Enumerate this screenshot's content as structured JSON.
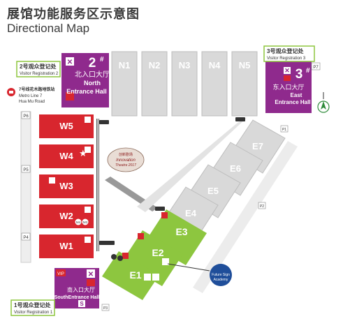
{
  "title_cn": "展馆功能服务区示意图",
  "title_en": "Directional Map",
  "north_halls": [
    "N1",
    "N2",
    "N3",
    "N4",
    "N5"
  ],
  "west_halls": [
    "W5",
    "W4",
    "W3",
    "W2",
    "W1"
  ],
  "east_halls": [
    "E7",
    "E6",
    "E5",
    "E4"
  ],
  "green_halls": [
    "E3",
    "E2",
    "E1"
  ],
  "north_entrance": {
    "num": "2",
    "sup": "#",
    "cn": "北入口大厅",
    "en1": "North",
    "en2": "Entrance Hall"
  },
  "east_entrance": {
    "num": "3",
    "sup": "#",
    "cn": "东入口大厅",
    "en1": "East",
    "en2": "Entrance Hall"
  },
  "south_entrance": {
    "cn": "南入口大厅",
    "en": "SouthEntrance Hall",
    "vip": "VIP",
    "s": "S"
  },
  "registration": {
    "r1": {
      "cn": "1号观众登记处",
      "en": "Visitor Registration 1"
    },
    "r2": {
      "cn": "2号观众登记处",
      "en": "Visitor Registration 2"
    },
    "r3": {
      "cn": "3号观众登记处",
      "en": "Visitor Registration 3"
    }
  },
  "metro": {
    "line1": "7号线花木路地铁站",
    "line2": "Metro Line 7",
    "line3": "Hua Mu Road"
  },
  "innovation": {
    "cn": "创新剧场",
    "en1": "Innovation",
    "en2": "Theatre 2017"
  },
  "future_sign": {
    "en1": "Future Sign",
    "en2": "Academy"
  },
  "parking": {
    "p1": "P1",
    "p2": "P2",
    "p3": "P3",
    "p4": "P4",
    "p5": "P5",
    "p6": "P6",
    "p7": "P7"
  },
  "m_tags": [
    "M4",
    "M3"
  ],
  "colors": {
    "red": "#d8262e",
    "purple": "#8f2a8d",
    "green": "#8dc63f",
    "gray": "#d9d9d9",
    "grayDark": "#c4c4c4",
    "yellow": "#fff2a8"
  }
}
